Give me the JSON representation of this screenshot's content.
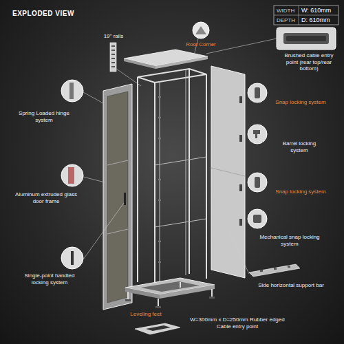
{
  "diagram": {
    "title": "EXPLODED VIEW",
    "labels": [
      "WIDTH",
      "W: 610mm",
      "DEPTH",
      "D: 610mm",
      "19\" rails",
      "Roof Corner",
      "Brushed cable entry point (rear top/rear bottom)",
      "Spring Loaded hinge system",
      "Snap locking system",
      "Barrel locking system",
      "Aluminum extruded glass door frame",
      "Snap locking system",
      "Mechanical snap locking system",
      "Single-point handled locking system",
      "Side horizontal support bar",
      "Leveling feet",
      "W=300mm x D=250mm Rubber edged Cable entry point"
    ]
  }
}
